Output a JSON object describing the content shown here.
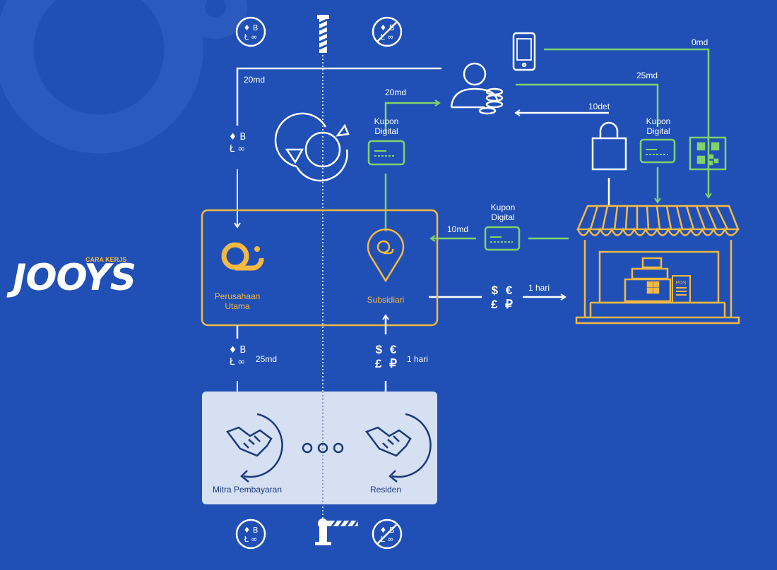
{
  "logo": {
    "wordmark": "JOOYS",
    "subtitle": "CARA KERJS"
  },
  "colors": {
    "background": "#2050b6",
    "accent_orange": "#f5b942",
    "accent_green": "#7ed36a",
    "line_white": "#ffffff",
    "panel_light": "#d6e0f3",
    "panel_dark": "#1a3a7a"
  },
  "crypto_symbols": {
    "line1": "♦ B",
    "line2": "Ł ∞"
  },
  "fiat_symbols": {
    "line1": "$ €",
    "line2": "£ ₽"
  },
  "nodes": {
    "main_company": "Perusahaan Utama",
    "subsidiary": "Subsidiari",
    "payment_partner": "Mitra Pembayaran",
    "resident": "Residen"
  },
  "edges": {
    "top_transfer": "20md",
    "green_to_user": "20md",
    "shop_to_user": "10det",
    "user_to_shop_coupon": "25md",
    "phone_to_qr": "0md",
    "shop_to_subsidiary": "10md",
    "subsidiary_to_shop": "1 hari",
    "main_to_partner": "25md",
    "resident_to_subsidiary": "1 hari"
  },
  "coupon_labels": {
    "left": "Kupon Digital",
    "right": "Kupon Digital",
    "middle": "Kupon Digital"
  },
  "icons": [
    "crypto-coin-icon",
    "no-crypto-icon",
    "border-post-icon",
    "refresh-cycle-icon",
    "user-coins-icon",
    "smartphone-icon",
    "qr-code-icon",
    "shopping-bag-icon",
    "digital-coupon-icon",
    "store-icon",
    "cash-register-icon",
    "pos-terminal-icon",
    "location-pin-icon",
    "handshake-icon",
    "barrier-gate-icon",
    "joys-logo-icon"
  ]
}
